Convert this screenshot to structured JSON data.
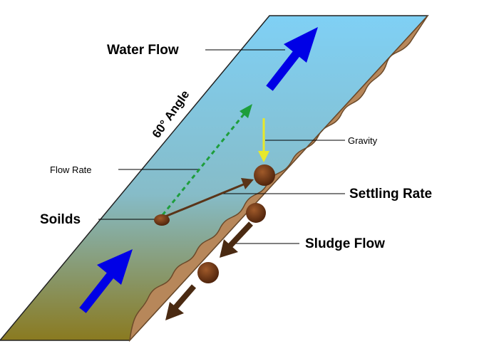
{
  "labels": {
    "water_flow": "Water Flow",
    "angle": "60° Angle",
    "gravity": "Gravity",
    "flow_rate": "Flow Rate",
    "settling_rate": "Settling Rate",
    "soilds": "Soilds",
    "sludge_flow": "Sludge Flow"
  },
  "colors": {
    "water_top": "#7fd0f5",
    "water_bottom": "#8a7a20",
    "sediment": "#b7875a",
    "sediment_edge": "#6b4a2a",
    "flow_arrow": "#0000e6",
    "gravity_arrow": "#e8e82a",
    "flow_rate_arrow": "#1e9e3c",
    "settling_arrow": "#5a3418",
    "sludge_arrow": "#4a2a12",
    "particle": "#6b3412"
  }
}
